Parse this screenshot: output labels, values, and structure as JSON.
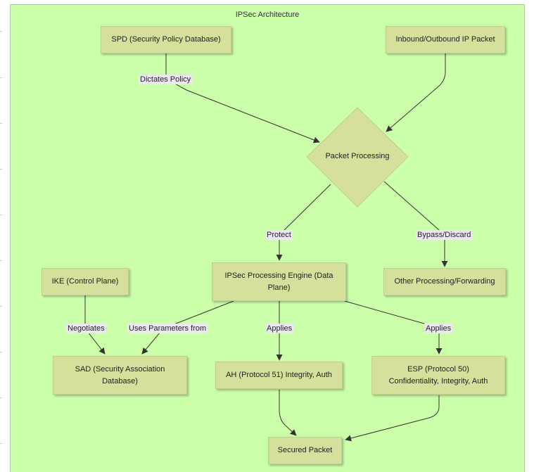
{
  "diagram": {
    "title": "IPSec Architecture",
    "nodes": {
      "spd": "SPD (Security Policy Database)",
      "packet": "Inbound/Outbound IP Packet",
      "processing": "Packet Processing",
      "engine": "IPSec Processing Engine (Data Plane)",
      "other": "Other Processing/Forwarding",
      "ike": "IKE (Control Plane)",
      "sad": "SAD (Security Association Database)",
      "ah": "AH (Protocol 51) Integrity, Auth",
      "esp_line1": "ESP (Protocol 50)",
      "esp_line2": "Confidentiality, Integrity, Auth",
      "secured": "Secured Packet"
    },
    "edge_labels": {
      "dictates": "Dictates Policy",
      "protect": "Protect",
      "bypass": "Bypass/Discard",
      "negotiates": "Negotiates",
      "uses": "Uses Parameters from",
      "applies_ah": "Applies",
      "applies_esp": "Applies"
    },
    "colors": {
      "cluster_fill": "#ccffaa",
      "node_fill": "#d4e09b",
      "edge_stroke": "#333333",
      "label_bg": "#ebe8f2"
    }
  }
}
